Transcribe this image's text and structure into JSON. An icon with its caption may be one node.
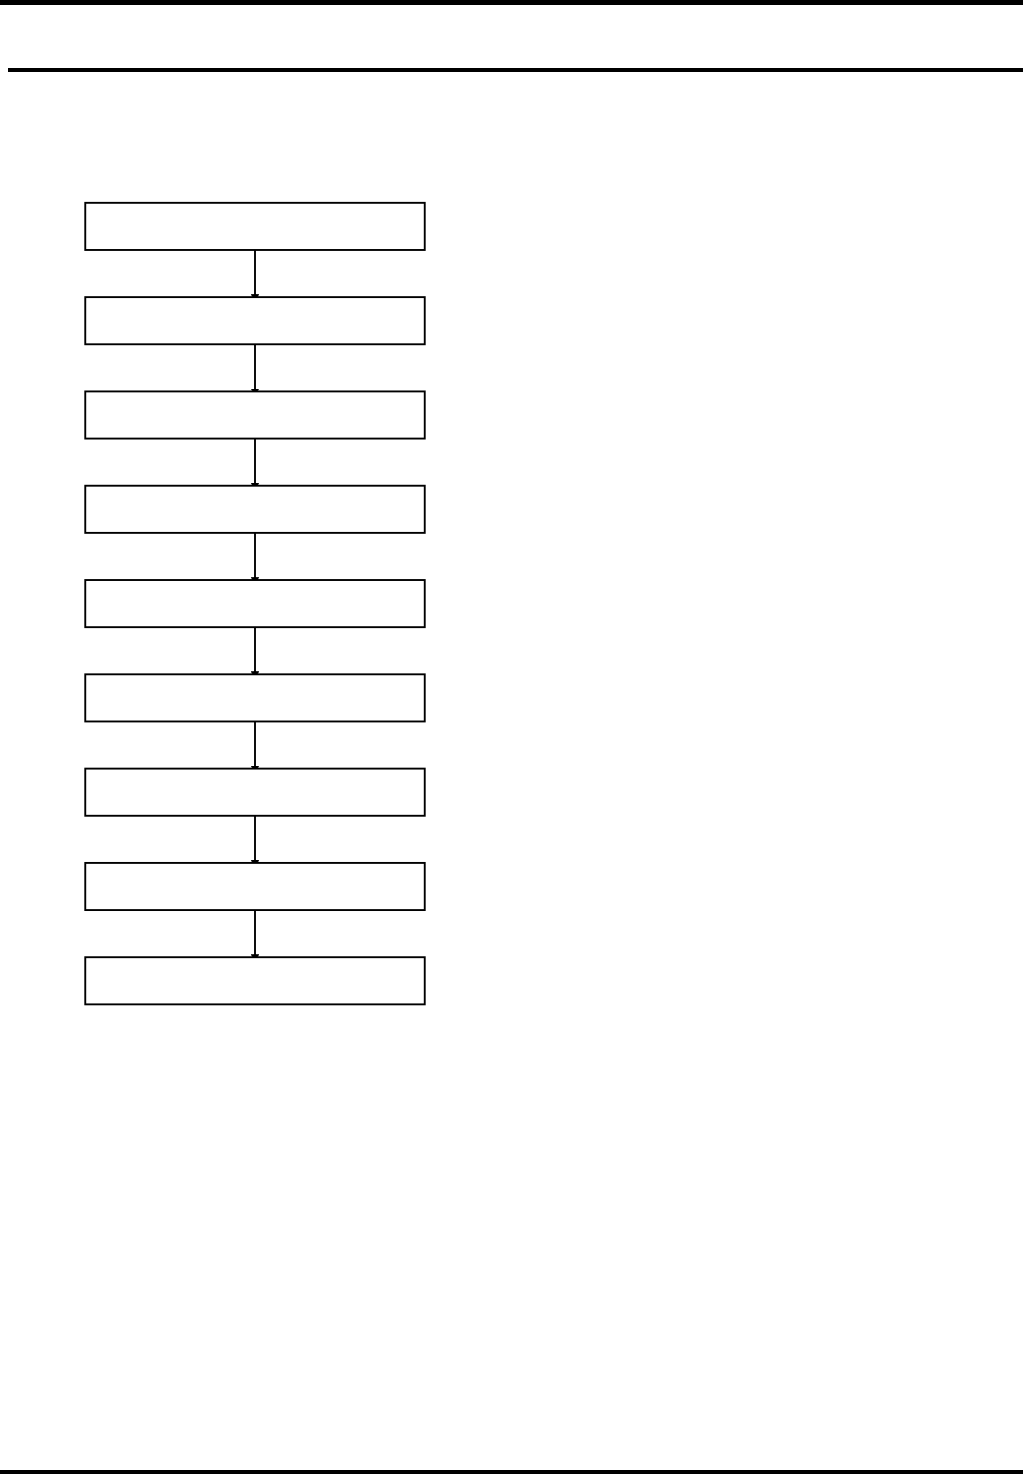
{
  "diagram": {
    "nodes": [
      {
        "text": [],
        "shape": "box"
      },
      {
        "text": [],
        "shape": "box"
      },
      {
        "text": [],
        "shape": "box"
      },
      {
        "text": [],
        "shape": "box"
      },
      {
        "text": [],
        "shape": "box"
      },
      {
        "text": [],
        "shape": "box"
      },
      {
        "text": [],
        "shape": "box"
      },
      {
        "text": [],
        "shape": "box"
      },
      {
        "text": [],
        "shape": "box"
      }
    ],
    "edges": [
      {
        "from": 0,
        "to": 1,
        "arrow": "to"
      },
      {
        "from": 1,
        "to": 2,
        "arrow": "to"
      },
      {
        "from": 2,
        "to": 3,
        "arrow": "to"
      },
      {
        "from": 3,
        "to": 4,
        "arrow": "to"
      },
      {
        "from": 4,
        "to": 5,
        "arrow": "to"
      },
      {
        "from": 5,
        "to": 6,
        "arrow": "to"
      },
      {
        "from": 6,
        "to": 7,
        "arrow": "to"
      },
      {
        "from": 7,
        "to": 8,
        "arrow": "to"
      }
    ]
  }
}
